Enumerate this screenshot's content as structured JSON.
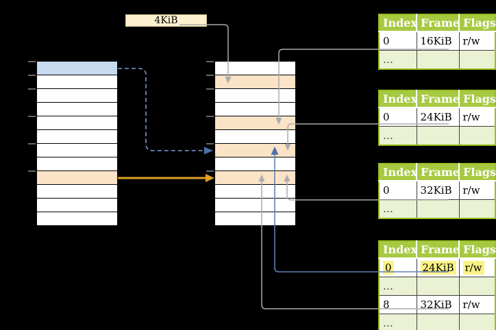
{
  "labels": {
    "root_table_pointer": "4KiB"
  },
  "virtual_memory_stack": {
    "rows": 12,
    "blue_mapped_page_index": 0,
    "orange_mapped_page_index": 8
  },
  "physical_memory_stack": {
    "rows": 12,
    "table_frame_indices": [
      1,
      4,
      6,
      8
    ],
    "tick_rows": [
      0,
      1,
      2,
      4,
      6,
      8
    ]
  },
  "page_tables": [
    {
      "id": "page-table-at-16KiB",
      "headers": [
        "Index",
        "Frame",
        "Flags"
      ],
      "rows": [
        {
          "index": "0",
          "frame": "16KiB",
          "flags": "r/w",
          "highlight": false
        },
        {
          "index": "…",
          "frame": "",
          "flags": "",
          "highlight": false
        }
      ]
    },
    {
      "id": "page-table-at-24KiB",
      "headers": [
        "Index",
        "Frame",
        "Flags"
      ],
      "rows": [
        {
          "index": "0",
          "frame": "24KiB",
          "flags": "r/w",
          "highlight": false
        },
        {
          "index": "…",
          "frame": "",
          "flags": "",
          "highlight": false
        }
      ]
    },
    {
      "id": "page-table-at-32KiB",
      "headers": [
        "Index",
        "Frame",
        "Flags"
      ],
      "rows": [
        {
          "index": "0",
          "frame": "32KiB",
          "flags": "r/w",
          "highlight": false
        },
        {
          "index": "…",
          "frame": "",
          "flags": "",
          "highlight": false
        }
      ]
    },
    {
      "id": "root-page-table-at-4KiB",
      "headers": [
        "Index",
        "Frame",
        "Flags"
      ],
      "rows": [
        {
          "index": "0",
          "frame": "24KiB",
          "flags": "r/w",
          "highlight": true
        },
        {
          "index": "…",
          "frame": "",
          "flags": "",
          "highlight": false
        },
        {
          "index": "8",
          "frame": "32KiB",
          "flags": "r/w",
          "highlight": false
        },
        {
          "index": "…",
          "frame": "",
          "flags": "",
          "highlight": false
        }
      ]
    }
  ],
  "connections": [
    {
      "from": "4KiB label",
      "to": "physical frame at 4KiB",
      "style": "gray-arrow"
    },
    {
      "from": "page table 16KiB frame cell",
      "to": "physical frame at 16KiB",
      "style": "gray-arrow"
    },
    {
      "from": "page table 24KiB frame cell",
      "to": "physical frame at 24KiB",
      "style": "gray-arrow"
    },
    {
      "from": "page table 32KiB frame cell",
      "to": "physical frame at 32KiB",
      "style": "gray-arrow"
    },
    {
      "from": "root table entry 0 frame cell (24KiB)",
      "to": "physical frame at 24KiB",
      "style": "blue-arrow"
    },
    {
      "from": "root table entry 8 frame cell (32KiB)",
      "to": "physical frame at 32KiB",
      "style": "gray-arrow"
    },
    {
      "from": "virtual page 0 (blue row)",
      "to": "physical frame at 24KiB",
      "style": "blue-dashed-arrow"
    },
    {
      "from": "virtual page 8 (orange row)",
      "to": "physical frame at 32KiB",
      "style": "orange-arrow"
    }
  ],
  "colors": {
    "green_header": "#A7C942",
    "green_border": "#98BF21",
    "green_light": "#EAF2D3",
    "row_blue": "#C8DAF0",
    "row_orange": "#FBE3C7",
    "note_fill": "#FCF0CE",
    "note_border": "#D8C48E",
    "hl_yellow": "#FAF284",
    "arrow_gray": "#ACACAC",
    "arrow_blue": "#6080B4",
    "arrow_blue_head": "#4E71AC",
    "arrow_blue_dash": "#7D9CD6",
    "arrow_orange": "#E1A126",
    "tick_gray": "#8A8A8A",
    "cell_border": "#3F3F3F"
  }
}
